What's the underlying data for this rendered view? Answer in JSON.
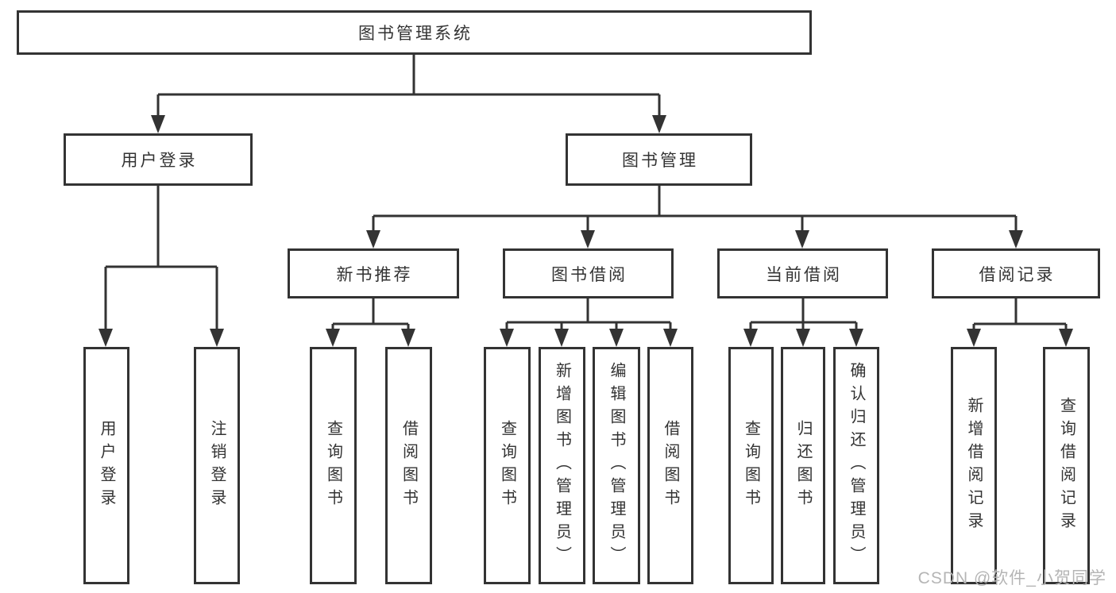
{
  "diagram": {
    "root": {
      "label": "图书管理系统"
    },
    "branches": [
      {
        "label": "用户登录",
        "children": [
          {
            "label": "用户登录"
          },
          {
            "label": "注销登录"
          }
        ]
      },
      {
        "label": "图书管理",
        "children": [
          {
            "label": "新书推荐",
            "children": [
              {
                "label": "查询图书"
              },
              {
                "label": "借阅图书"
              }
            ]
          },
          {
            "label": "图书借阅",
            "children": [
              {
                "label": "查询图书"
              },
              {
                "label": "新增图书（管理员）"
              },
              {
                "label": "编辑图书（管理员）"
              },
              {
                "label": "借阅图书"
              }
            ]
          },
          {
            "label": "当前借阅",
            "children": [
              {
                "label": "查询图书"
              },
              {
                "label": "归还图书"
              },
              {
                "label": "确认归还（管理员）"
              }
            ]
          },
          {
            "label": "借阅记录",
            "children": [
              {
                "label": "新增借阅记录"
              },
              {
                "label": "查询借阅记录"
              }
            ]
          }
        ]
      }
    ]
  },
  "watermark": {
    "text": "CSDN @软件_小贺同学"
  },
  "colors": {
    "line": "#333333",
    "text": "#333333",
    "background": "#ffffff",
    "watermark": "#b5b5b5"
  }
}
